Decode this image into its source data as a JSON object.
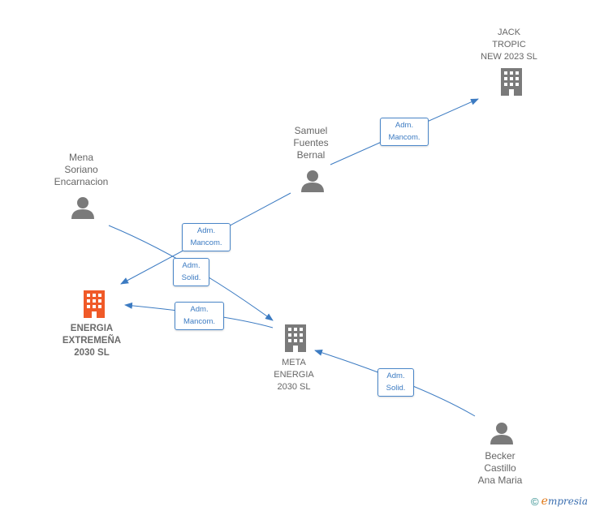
{
  "colors": {
    "edge": "#3c7bc2",
    "icon_gray": "#7a7a7a",
    "icon_highlight": "#f05a28"
  },
  "nodes": {
    "jack": {
      "label": "JACK\nTROPIC\nNEW 2023  SL",
      "icon": "building-icon"
    },
    "samuel": {
      "label": "Samuel\nFuentes\nBernal",
      "icon": "person-icon"
    },
    "mena": {
      "label": "Mena\nSoriano\nEncarnacion",
      "icon": "person-icon"
    },
    "energia": {
      "label": "ENERGIA\nEXTREMEÑA\n2030  SL",
      "icon": "building-icon"
    },
    "meta": {
      "label": "META\nENERGIA\n2030  SL",
      "icon": "building-icon"
    },
    "becker": {
      "label": "Becker\nCastillo\nAna Maria",
      "icon": "person-icon"
    }
  },
  "edges": [
    {
      "id": "samuel-jack",
      "line1": "Adm.",
      "line2": "Mancom."
    },
    {
      "id": "samuel-energia",
      "line1": "Adm.",
      "line2": "Mancom."
    },
    {
      "id": "mena-meta",
      "line1": "Adm.",
      "line2": "Solid."
    },
    {
      "id": "meta-energia",
      "line1": "Adm.",
      "line2": "Mancom."
    },
    {
      "id": "becker-meta",
      "line1": "Adm.",
      "line2": "Solid."
    }
  ],
  "footer": {
    "copyright": "©",
    "brand_initial": "e",
    "brand_rest": "mpresia"
  }
}
